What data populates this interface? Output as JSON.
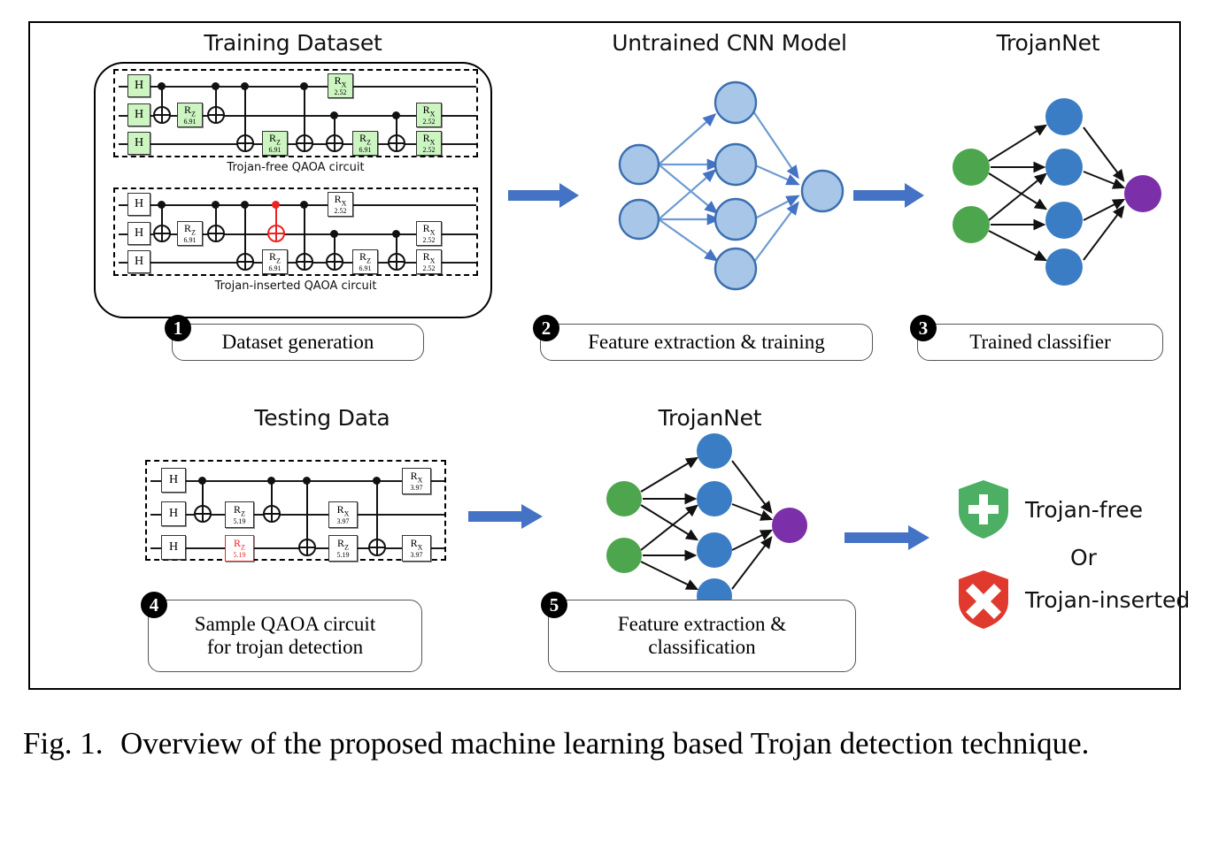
{
  "figure": {
    "caption_number": "Fig. 1.",
    "caption_text": "Overview of the proposed machine learning based Trojan detection technique."
  },
  "colors": {
    "arrow_blue": "#4472C4",
    "gate_green_fill": "#CCF5C2",
    "trojan_red": "#EE2222",
    "cnn_node_fill": "#A8C6E8",
    "cnn_node_stroke": "#3C6FB0",
    "nn_input_green": "#4DA64D",
    "nn_hidden_blue": "#3B7DC4",
    "nn_output_purple": "#7B2FA8",
    "shield_green": "#4CAF63",
    "shield_red": "#E03A2F"
  },
  "top_row": {
    "training": {
      "title": "Training Dataset",
      "circuit_free": {
        "caption": "Trojan-free QAOA circuit",
        "gates": {
          "h": "H",
          "rz_label": "R",
          "rz_sub": "Z",
          "rz_value": "6.91",
          "rx_label": "R",
          "rx_sub": "X",
          "rx_value": "2.52"
        }
      },
      "circuit_trojan": {
        "caption": "Trojan-inserted QAOA circuit",
        "gates": {
          "h": "H",
          "rz_label": "R",
          "rz_sub": "Z",
          "rz_value": "6.91",
          "rx_label": "R",
          "rx_sub": "X",
          "rx_value": "2.52"
        }
      }
    },
    "cnn": {
      "title": "Untrained CNN Model"
    },
    "trojannet": {
      "title": "TrojanNet"
    }
  },
  "bottom_row": {
    "testing": {
      "title": "Testing Data",
      "circuit": {
        "gates": {
          "h": "H",
          "rz_label": "R",
          "rz_sub": "Z",
          "rz_value": "5.19",
          "rx_label": "R",
          "rx_sub": "X",
          "rx_value": "3.97"
        }
      }
    },
    "trojannet": {
      "title": "TrojanNet"
    },
    "outcome": {
      "trojan_free_label": "Trojan-free",
      "or_label": "Or",
      "trojan_inserted_label": "Trojan-inserted"
    }
  },
  "steps": [
    {
      "number": "1",
      "label": "Dataset generation"
    },
    {
      "number": "2",
      "label": "Feature extraction & training"
    },
    {
      "number": "3",
      "label": "Trained classifier"
    },
    {
      "number": "4",
      "label": "Sample QAOA circuit\nfor trojan detection"
    },
    {
      "number": "5",
      "label": "Feature extraction &\nclassification"
    }
  ]
}
